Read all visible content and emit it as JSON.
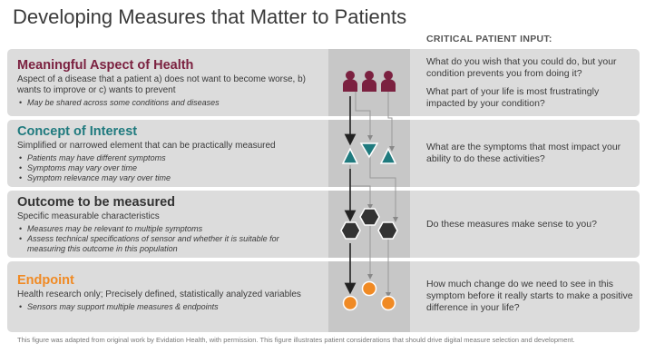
{
  "title": "Developing Measures that Matter to Patients",
  "critical_header": "CRITICAL PATIENT INPUT:",
  "colors": {
    "maroon": "#7b2140",
    "teal": "#1f7a7e",
    "dark": "#333333",
    "orange": "#f08a24"
  },
  "rows": [
    {
      "heading": "Meaningful Aspect of Health",
      "description": "Aspect of a disease that a patient a) does not want to become worse, b) wants to improve or c) wants to prevent",
      "bullets": [
        "May be shared across some conditions and diseases"
      ],
      "questions": [
        "What do you wish that you could do, but your condition prevents you from doing it?",
        "What part of your life is most frustratingly impacted by your condition?"
      ],
      "icon": "people-icons"
    },
    {
      "heading": "Concept of Interest",
      "description": "Simplified or narrowed element  that can be practically measured",
      "bullets": [
        "Patients may have different symptoms",
        "Symptoms may vary over time",
        "Symptom relevance may vary over time"
      ],
      "questions": [
        "What are the symptoms that most impact your ability to do these activities?"
      ],
      "icon": "triangle-icons"
    },
    {
      "heading": "Outcome to be measured",
      "description": "Specific measurable characteristics",
      "bullets": [
        "Measures may be relevant to multiple symptoms",
        "Assess technical specifications of sensor and whether it is suitable for measuring this outcome in this population"
      ],
      "questions": [
        "Do these measures make sense to you?"
      ],
      "icon": "hexagon-icons"
    },
    {
      "heading": "Endpoint",
      "description": "Health research only; Precisely defined, statistically analyzed variables",
      "bullets": [
        "Sensors may support multiple measures & endpoints"
      ],
      "questions": [
        "How much change do we need to see in this symptom before it really starts to make a positive difference in your life?"
      ],
      "icon": "circle-icons"
    }
  ],
  "footnote": "This figure was adapted from original work by Evidation Health, with permission. This figure illustrates patient considerations that should drive digital measure selection and development."
}
